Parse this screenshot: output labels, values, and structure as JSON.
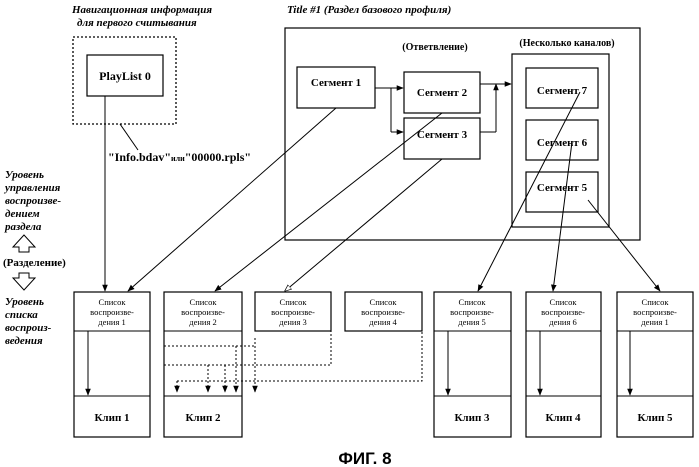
{
  "nav_info": {
    "title_line1": "Навигационная информация",
    "title_line2": "для первого считывания",
    "playlist_label": "PlayList  0"
  },
  "title_box": {
    "label": "Title #1 (Раздел базового профиля)",
    "branch_label": "(Ответвление)",
    "multi_channel_label": "(Несколько каналов)"
  },
  "segments": [
    "Сегмент 1",
    "Сегмент 2",
    "Сегмент 3",
    "Сегмент 7",
    "Сегмент 6",
    "Сегмент 5"
  ],
  "file_label": {
    "part1": "\"Info.bdav\"",
    "part2": "или",
    "part3": "\"00000.rpls\""
  },
  "levels": {
    "control_lines": [
      "Уровень",
      "управления",
      "воспроизве-",
      "дением",
      "раздела"
    ],
    "separation": "(Разделение)",
    "playlist_lines": [
      "Уровень",
      "списка",
      "воспроиз-",
      "ведения"
    ]
  },
  "playlists": [
    [
      "Список",
      "воспроизве-",
      "дения 1"
    ],
    [
      "Список",
      "воспроизве-",
      "дения 2"
    ],
    [
      "Список",
      "воспроизве-",
      "дения 3"
    ],
    [
      "Список",
      "воспроизве-",
      "дения 4"
    ],
    [
      "Список",
      "воспроизве-",
      "дения 5"
    ],
    [
      "Список",
      "воспроизве-",
      "дения 6"
    ],
    [
      "Список",
      "воспроизве-",
      "дения 1"
    ]
  ],
  "clips": [
    "Клип 1",
    "Клип 2",
    "Клип 3",
    "Клип 4",
    "Клип 5"
  ],
  "figure_caption": "ФИГ. 8"
}
